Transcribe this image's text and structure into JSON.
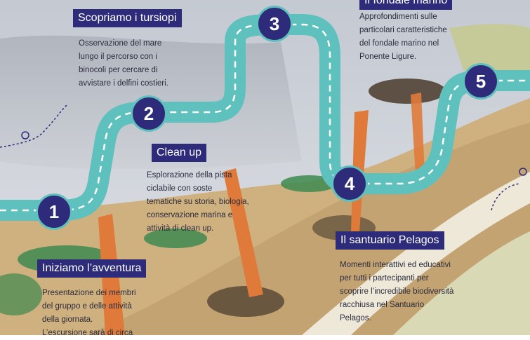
{
  "colors": {
    "road": "#5fc1bd",
    "badge": "#2e2c7a",
    "sky": "#c9ced6",
    "sea": "#9da3ad",
    "land": "#cfb07f",
    "grass": "#3d8a4f",
    "post": "#e07a3a"
  },
  "steps": [
    {
      "number": "1",
      "title": "Iniziamo l’avventura",
      "description": "Presentazione dei membri\ndel gruppo e delle attività\ndella giornata.\nL’escursione sarà di circa"
    },
    {
      "number": "2",
      "title": "Scopriamo i tursiopi",
      "description": "Osservazione del  mare\nlungo il percorso con i\nbinocoli per cercare di\navvistare i delfini costieri."
    },
    {
      "number": "3",
      "title": "",
      "description": ""
    },
    {
      "number": "4",
      "title": "Il santuario Pelagos",
      "description": "Momenti interattivi ed educativi\nper tutti i partecipanti per\nscoprire l’incredibile biodiversità\nracchiusa nel Santuario\nPelagos."
    },
    {
      "number": "5",
      "title": "Il fondale marino",
      "description": "Approfondimenti sulle\nparticolari caratteristiche\ndel fondale marino nel\nPonente Ligure."
    }
  ],
  "cleanup": {
    "title": "Clean up",
    "description": "Esplorazione della pista\nciclabile con soste\ntematiche su storia, biologia,\nconservazione marina e\nattività di clean up."
  }
}
